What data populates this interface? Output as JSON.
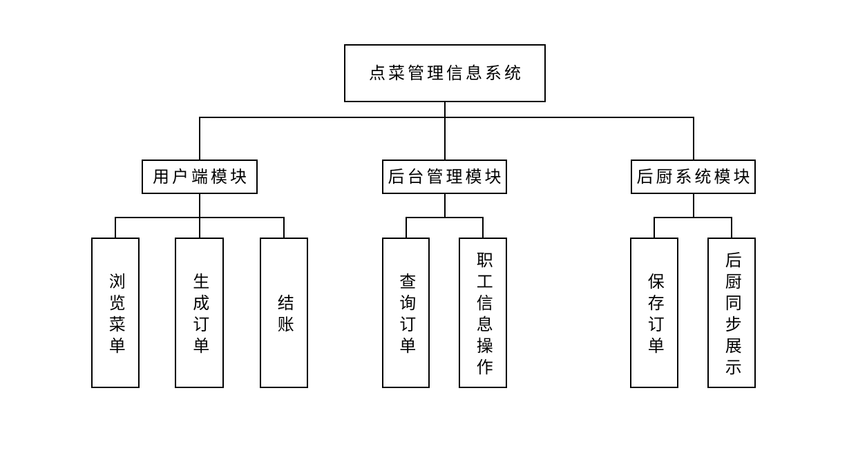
{
  "diagram": {
    "root": {
      "label": "点菜管理信息系统"
    },
    "modules": [
      {
        "label": "用户端模块",
        "children": [
          {
            "label": "浏览菜单"
          },
          {
            "label": "生成订单"
          },
          {
            "label": "结账"
          }
        ]
      },
      {
        "label": "后台管理模块",
        "children": [
          {
            "label": "查询订单"
          },
          {
            "label": "职工信息操作"
          }
        ]
      },
      {
        "label": "后厨系统模块",
        "children": [
          {
            "label": "保存订单"
          },
          {
            "label": "后厨同步展示"
          }
        ]
      }
    ],
    "colors": {
      "background": "#ffffff",
      "line": "#000000",
      "text": "#000000"
    }
  }
}
